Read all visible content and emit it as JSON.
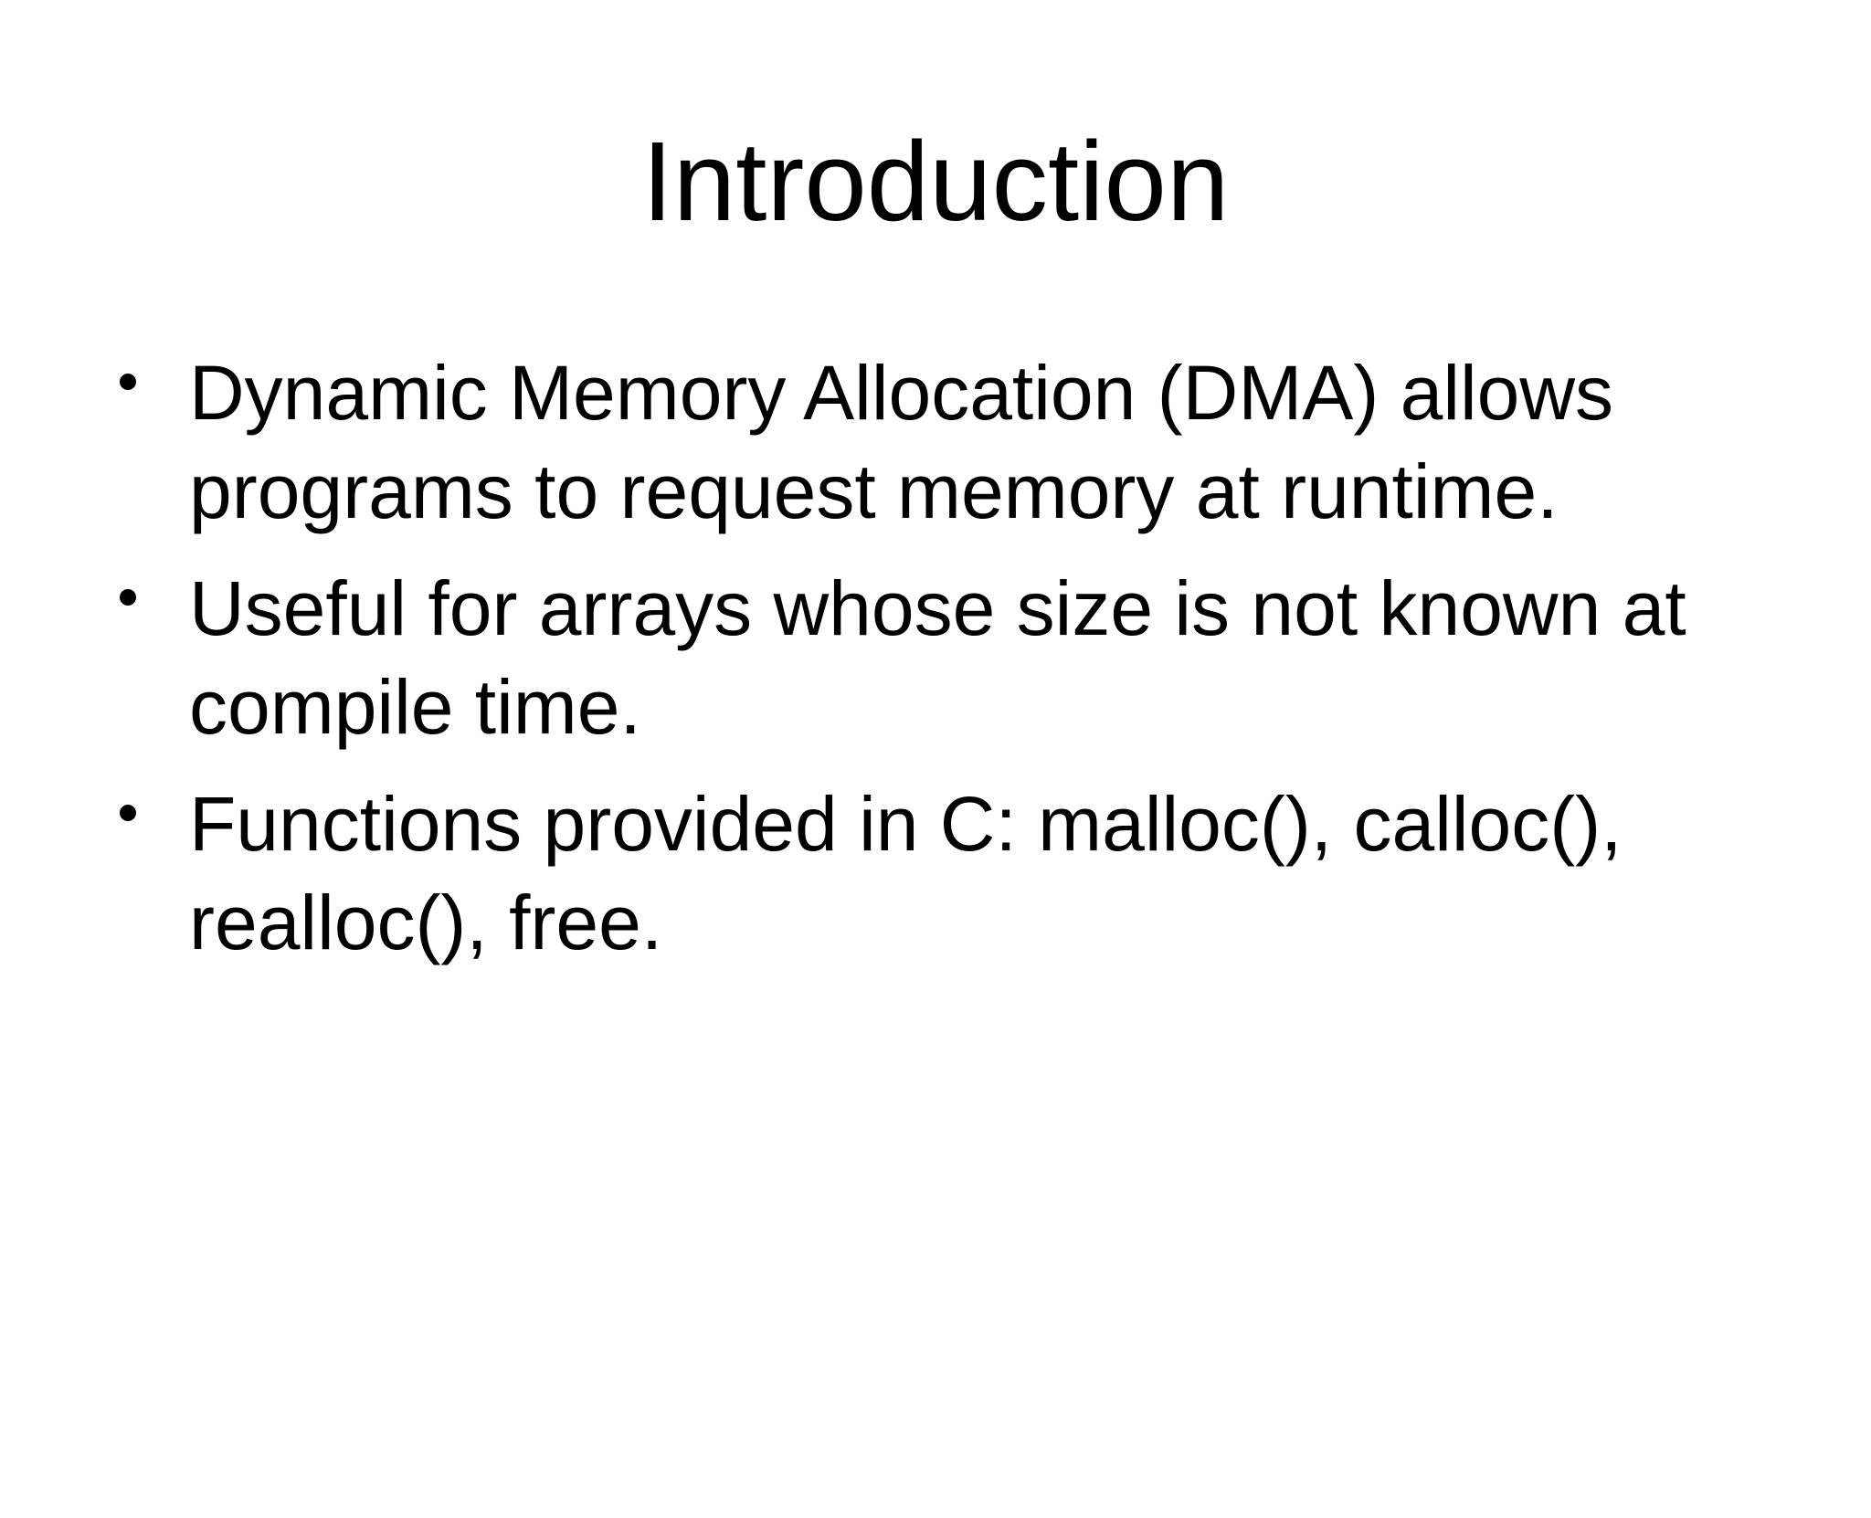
{
  "slide": {
    "title": "Introduction",
    "bullets": [
      "Dynamic Memory Allocation (DMA) allows programs to request memory at runtime.",
      "Useful for arrays whose size is not known at compile time.",
      "Functions provided in C: malloc(), calloc(), realloc(), free."
    ],
    "colors": {
      "background": "#ffffff",
      "text": "#000000"
    }
  }
}
